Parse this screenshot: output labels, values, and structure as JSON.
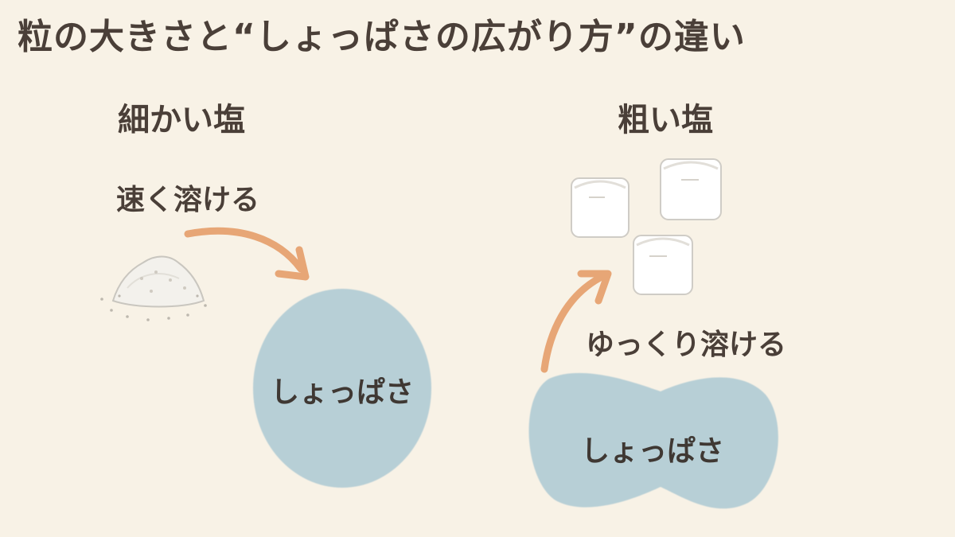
{
  "title": "粒の大きさと“しょっぱさの広がり方”の違い",
  "fine_salt": {
    "heading": "細かい塩",
    "action": "速く溶ける",
    "blob_label": "しょっぱさ"
  },
  "coarse_salt": {
    "heading": "粗い塩",
    "action": "ゆっくり溶ける",
    "blob_label": "しょっぱさ"
  },
  "colors": {
    "background": "#f8f2e6",
    "text": "#4a3f38",
    "arrow": "#e7a676",
    "blob": "#b7cfd6",
    "salt": "#ffffff"
  }
}
